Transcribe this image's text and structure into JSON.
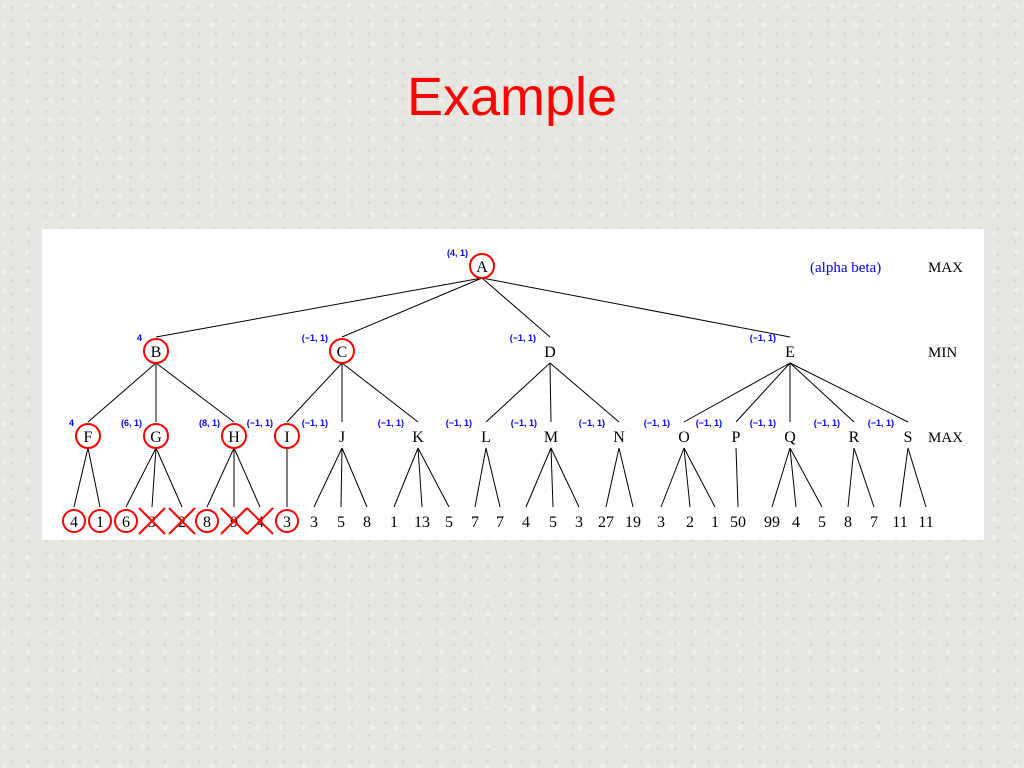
{
  "slide": {
    "title": "Example"
  },
  "diagram": {
    "caption": "(alpha beta)",
    "level_labels": [
      "MAX",
      "MIN",
      "MAX"
    ],
    "nodes": [
      {
        "id": "A",
        "label": "A",
        "bounds": "(4, 1)",
        "circled": true
      },
      {
        "id": "B",
        "label": "B",
        "bounds": "4",
        "circled": true
      },
      {
        "id": "C",
        "label": "C",
        "bounds": "(−1, 1)",
        "circled": true
      },
      {
        "id": "D",
        "label": "D",
        "bounds": "(−1, 1)",
        "circled": false
      },
      {
        "id": "E",
        "label": "E",
        "bounds": "(−1, 1)",
        "circled": false
      },
      {
        "id": "F",
        "label": "F",
        "bounds": "4",
        "circled": true
      },
      {
        "id": "G",
        "label": "G",
        "bounds": "(6, 1)",
        "circled": true
      },
      {
        "id": "H",
        "label": "H",
        "bounds": "(8, 1)",
        "circled": true
      },
      {
        "id": "I",
        "label": "I",
        "bounds": "(−1, 1)",
        "circled": true
      },
      {
        "id": "J",
        "label": "J",
        "bounds": "(−1, 1)",
        "circled": false
      },
      {
        "id": "K",
        "label": "K",
        "bounds": "(−1, 1)",
        "circled": false
      },
      {
        "id": "L",
        "label": "L",
        "bounds": "(−1, 1)",
        "circled": false
      },
      {
        "id": "M",
        "label": "M",
        "bounds": "(−1, 1)",
        "circled": false
      },
      {
        "id": "N",
        "label": "N",
        "bounds": "(−1, 1)",
        "circled": false
      },
      {
        "id": "O",
        "label": "O",
        "bounds": "(−1, 1)",
        "circled": false
      },
      {
        "id": "P",
        "label": "P",
        "bounds": "(−1, 1)",
        "circled": false
      },
      {
        "id": "Q",
        "label": "Q",
        "bounds": "(−1, 1)",
        "circled": false
      },
      {
        "id": "R",
        "label": "R",
        "bounds": "(−1, 1)",
        "circled": false
      },
      {
        "id": "S",
        "label": "S",
        "bounds": "(−1, 1)",
        "circled": false
      }
    ],
    "edges": [
      [
        "A",
        "B"
      ],
      [
        "A",
        "C"
      ],
      [
        "A",
        "D"
      ],
      [
        "A",
        "E"
      ],
      [
        "B",
        "F"
      ],
      [
        "B",
        "G"
      ],
      [
        "B",
        "H"
      ],
      [
        "C",
        "I"
      ],
      [
        "C",
        "J"
      ],
      [
        "C",
        "K"
      ],
      [
        "D",
        "L"
      ],
      [
        "D",
        "M"
      ],
      [
        "D",
        "N"
      ],
      [
        "E",
        "O"
      ],
      [
        "E",
        "P"
      ],
      [
        "E",
        "Q"
      ],
      [
        "E",
        "R"
      ],
      [
        "E",
        "S"
      ]
    ],
    "leaves": [
      {
        "value": "4",
        "parent": "F",
        "circled": true,
        "crossed": false
      },
      {
        "value": "1",
        "parent": "F",
        "circled": true,
        "crossed": false
      },
      {
        "value": "6",
        "parent": "G",
        "circled": true,
        "crossed": false
      },
      {
        "value": "3",
        "parent": "G",
        "circled": false,
        "crossed": true
      },
      {
        "value": "2",
        "parent": "G",
        "circled": false,
        "crossed": true
      },
      {
        "value": "8",
        "parent": "H",
        "circled": true,
        "crossed": false
      },
      {
        "value": "9",
        "parent": "H",
        "circled": false,
        "crossed": true
      },
      {
        "value": "4",
        "parent": "H",
        "circled": false,
        "crossed": true
      },
      {
        "value": "3",
        "parent": "I",
        "circled": true,
        "crossed": false
      },
      {
        "value": "3",
        "parent": "J",
        "circled": false,
        "crossed": false
      },
      {
        "value": "5",
        "parent": "J",
        "circled": false,
        "crossed": false
      },
      {
        "value": "8",
        "parent": "J",
        "circled": false,
        "crossed": false
      },
      {
        "value": "1",
        "parent": "K",
        "circled": false,
        "crossed": false
      },
      {
        "value": "13",
        "parent": "K",
        "circled": false,
        "crossed": false
      },
      {
        "value": "5",
        "parent": "K",
        "circled": false,
        "crossed": false
      },
      {
        "value": "7",
        "parent": "L",
        "circled": false,
        "crossed": false
      },
      {
        "value": "7",
        "parent": "L",
        "circled": false,
        "crossed": false
      },
      {
        "value": "4",
        "parent": "M",
        "circled": false,
        "crossed": false
      },
      {
        "value": "5",
        "parent": "M",
        "circled": false,
        "crossed": false
      },
      {
        "value": "3",
        "parent": "M",
        "circled": false,
        "crossed": false
      },
      {
        "value": "27",
        "parent": "N",
        "circled": false,
        "crossed": false
      },
      {
        "value": "19",
        "parent": "N",
        "circled": false,
        "crossed": false
      },
      {
        "value": "3",
        "parent": "O",
        "circled": false,
        "crossed": false
      },
      {
        "value": "2",
        "parent": "O",
        "circled": false,
        "crossed": false
      },
      {
        "value": "1",
        "parent": "O",
        "circled": false,
        "crossed": false
      },
      {
        "value": "50",
        "parent": "P",
        "circled": false,
        "crossed": false
      },
      {
        "value": "99",
        "parent": "Q",
        "circled": false,
        "crossed": false
      },
      {
        "value": "4",
        "parent": "Q",
        "circled": false,
        "crossed": false
      },
      {
        "value": "5",
        "parent": "Q",
        "circled": false,
        "crossed": false
      },
      {
        "value": "8",
        "parent": "R",
        "circled": false,
        "crossed": false
      },
      {
        "value": "7",
        "parent": "R",
        "circled": false,
        "crossed": false
      },
      {
        "value": "11",
        "parent": "S",
        "circled": false,
        "crossed": false
      },
      {
        "value": "11",
        "parent": "S",
        "circled": false,
        "crossed": false
      }
    ],
    "colors": {
      "title": "#ff0000",
      "highlight": "#ff0000",
      "bounds_text": "#0000ff",
      "caption": "#0000ff",
      "lines": "#000000",
      "labels": "#000000"
    }
  }
}
